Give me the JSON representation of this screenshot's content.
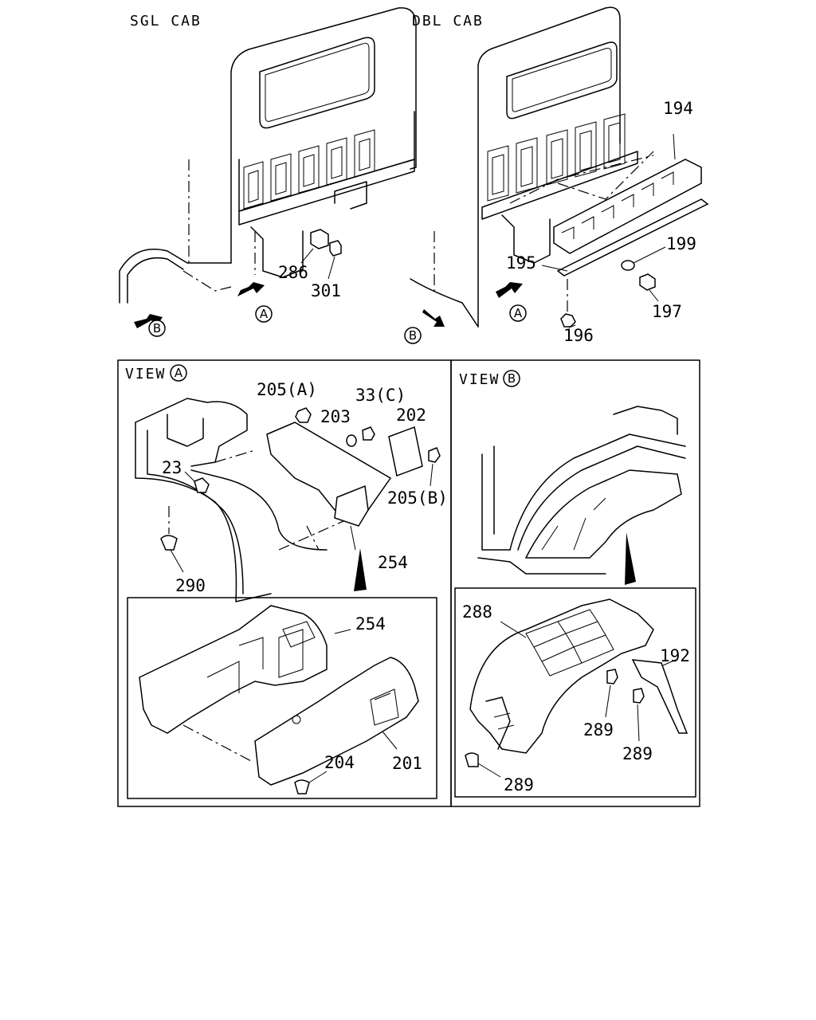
{
  "titles": {
    "single_cab": "SGL CAB",
    "double_cab": "DBL CAB"
  },
  "views": {
    "view_a": {
      "prefix": "VIEW",
      "mark": "A"
    },
    "view_b": {
      "prefix": "VIEW",
      "mark": "B"
    }
  },
  "arrow_marks": {
    "a": "A",
    "b": "B"
  },
  "part_labels": {
    "p286": "286",
    "p301": "301",
    "p194": "194",
    "p199": "199",
    "p195": "195",
    "p197": "197",
    "p196": "196",
    "p205a": "205(A)",
    "p203": "203",
    "p33c": "33(C)",
    "p202": "202",
    "p23": "23",
    "p205b": "205(B)",
    "p254": "254",
    "p290": "290",
    "p254b": "254",
    "p204": "204",
    "p201": "201",
    "p288": "288",
    "p192": "192",
    "p289a": "289",
    "p289b": "289",
    "p289c": "289"
  }
}
